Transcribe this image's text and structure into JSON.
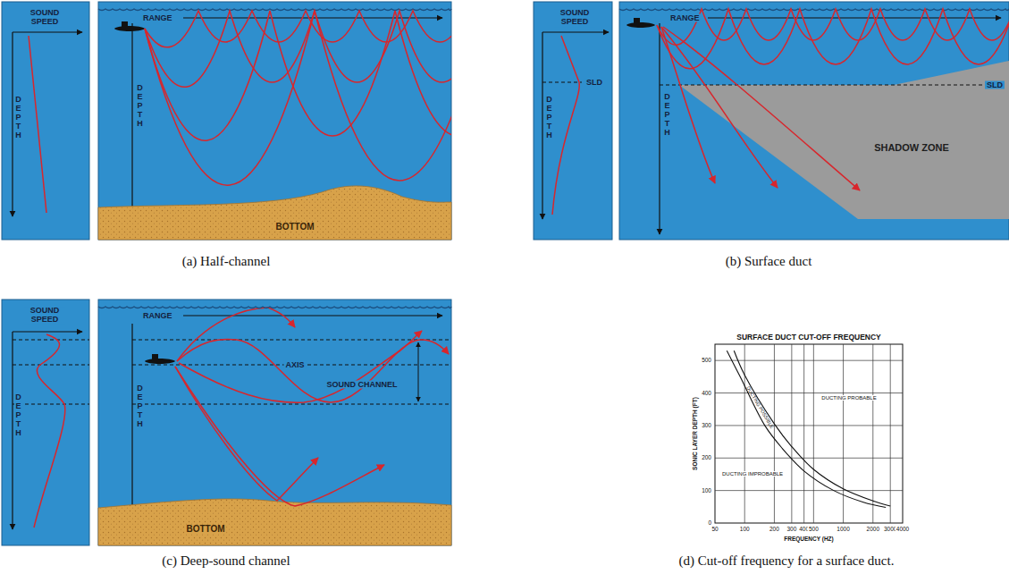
{
  "diagram": {
    "nodes": [
      {
        "text": [
          "SOUND SPEED",
          "DEPTH"
        ]
      },
      {
        "text": [
          "RANGE",
          "DEPTH",
          "BOTTOM"
        ]
      },
      {
        "text": [
          "SOUND SPEED",
          "DEPTH",
          "SLD"
        ]
      },
      {
        "text": [
          "RANGE",
          "DEPTH",
          "SLD",
          "SHADOW ZONE"
        ]
      },
      {
        "text": [
          "SOUND SPEED",
          "DEPTH"
        ]
      },
      {
        "text": [
          "RANGE",
          "DEPTH",
          "AXIS",
          "SOUND CHANNEL",
          "BOTTOM"
        ]
      }
    ],
    "labels": [
      "(a) Half-channel",
      "(b) Surface duct",
      "(c) Deep-sound channel",
      "SURFACE DUCT CUT-OFF FREQUENCY",
      "SONIC LAYER DEPTH (FT)",
      "500",
      "400",
      "300",
      "200",
      "100",
      "0",
      "50",
      "100",
      "200",
      "300",
      "400",
      "500",
      "1000",
      "2000",
      "3000",
      "4000",
      "FREQUENCY (HZ)",
      "DUCTING PROBABLE",
      "DUCTING POSSIBLE",
      "DUCTING IMPROBABLE",
      "(d) Cut-off frequency for a surface duct."
    ]
  }
}
